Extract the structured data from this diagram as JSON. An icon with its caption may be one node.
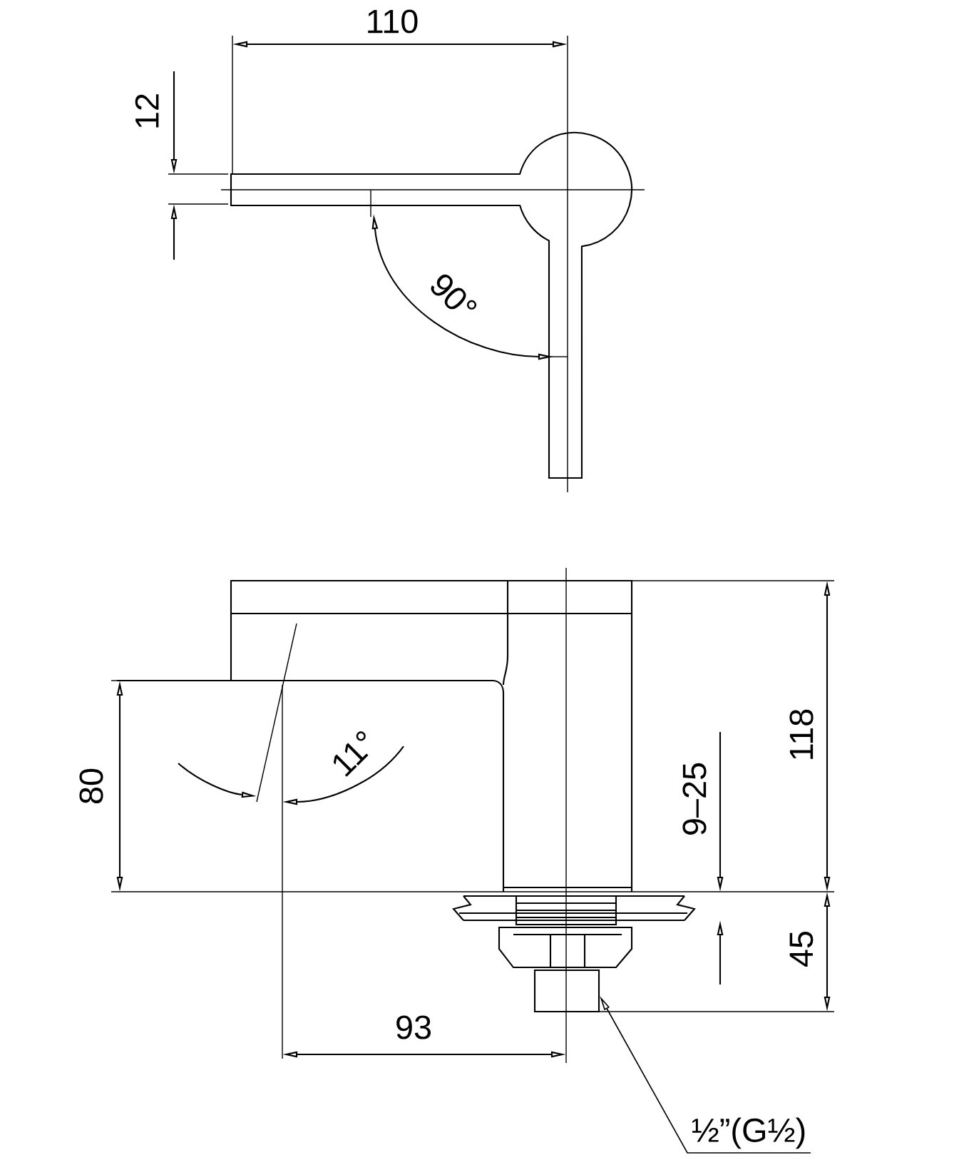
{
  "diagram": {
    "nodes": [
      {
        "text": [
          "½”(G½)"
        ]
      },
      {
        "text": [],
        "shape": "box"
      }
    ],
    "edges": [
      {
        "from": 0,
        "to": 1,
        "arrow": "to"
      }
    ],
    "labels": [
      "110",
      "12",
      "90°",
      "80",
      "11°",
      "9–25",
      "118",
      "45",
      "93"
    ]
  }
}
